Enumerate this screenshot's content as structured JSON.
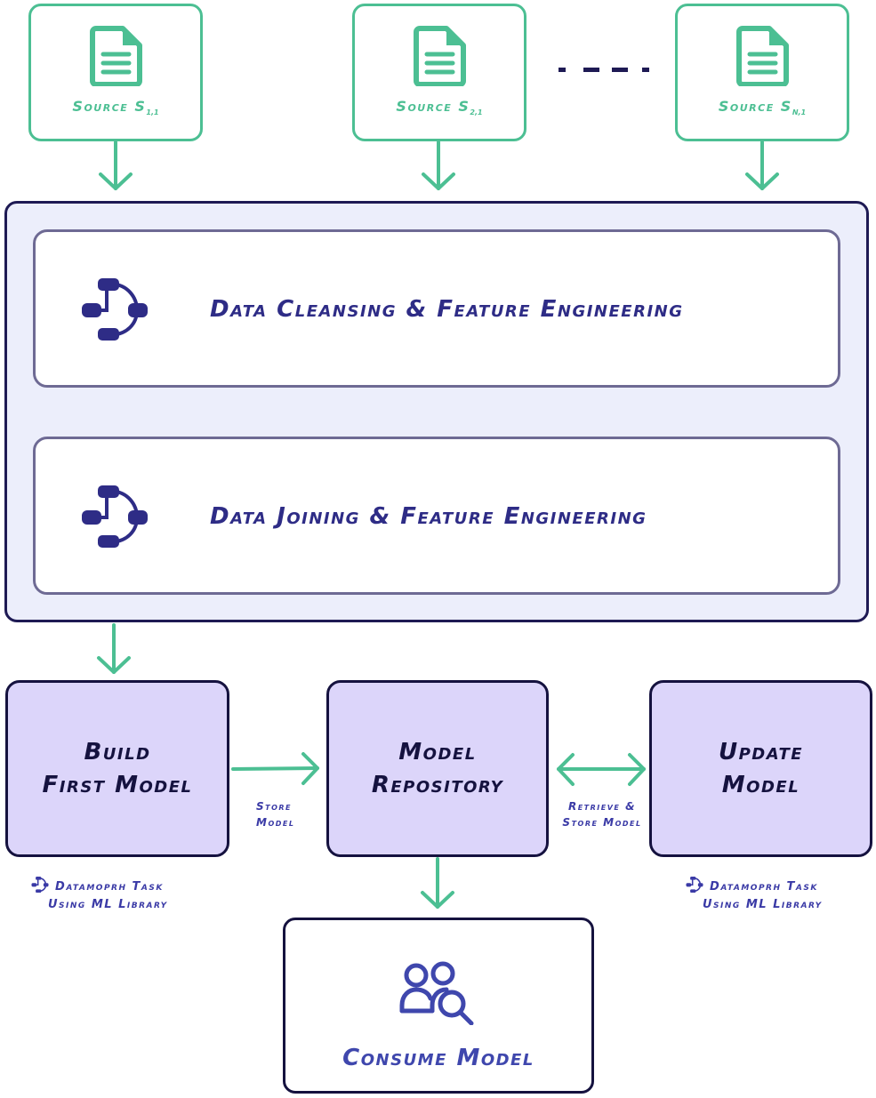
{
  "colors": {
    "source_green": "#4cbf93",
    "navy": "#1e1a54",
    "stage_text": "#2e2c86",
    "model_fill": "#dcd5fa",
    "pipeline_fill": "#eceefb",
    "caption_blue": "#3a3aa6",
    "consume_blue": "#3f47ad"
  },
  "sources": [
    {
      "label": "Source S",
      "subscript": "1,1",
      "icon": "document-icon"
    },
    {
      "label": "Source S",
      "subscript": "2,1",
      "icon": "document-icon"
    },
    {
      "label": "Source S",
      "subscript": "N,1",
      "icon": "document-icon"
    }
  ],
  "ellipsis": "....",
  "pipeline": {
    "stages": [
      {
        "label": "Data Cleansing & Feature Engineering",
        "icon": "workflow-icon"
      },
      {
        "label": "Data Joining & Feature Engineering",
        "icon": "workflow-icon"
      }
    ]
  },
  "models": {
    "build": {
      "line1": "Build",
      "line2": "First Model"
    },
    "repository": {
      "line1": "Model",
      "line2": "Repository"
    },
    "update": {
      "line1": "Update",
      "line2": "Model"
    }
  },
  "edges": {
    "store": {
      "line1": "Store",
      "line2": "Model"
    },
    "retrieve_store": {
      "line1": "Retrieve &",
      "line2": "Store Model"
    }
  },
  "task_captions": {
    "build": {
      "line1": "Datamoprh Task",
      "line2": "Using ML Library",
      "icon": "workflow-icon"
    },
    "update": {
      "line1": "Datamoprh Task",
      "line2": "Using ML Library",
      "icon": "workflow-icon"
    }
  },
  "consume": {
    "label": "Consume Model",
    "icon": "users-search-icon"
  }
}
